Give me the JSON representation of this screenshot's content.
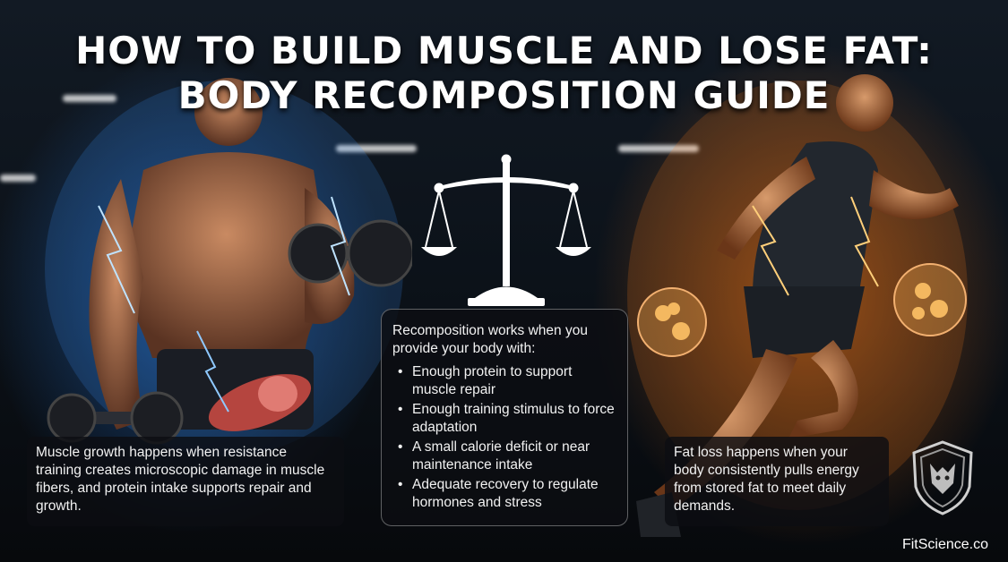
{
  "title": {
    "line1": "HOW TO BUILD MUSCLE AND LOSE FAT:",
    "line2": "BODY RECOMPOSITION GUIDE"
  },
  "colors": {
    "muscle_glow": "#2a7fe0",
    "fat_glow": "#e8741a",
    "panel_bg": "#0c0e12",
    "text": "#f2f2f2"
  },
  "left_panel": {
    "text": "Muscle growth happens when resistance training creates microscopic damage in muscle fibers, and protein intake supports repair and growth."
  },
  "center_panel": {
    "intro": "Recomposition works when you provide your body with:",
    "items": [
      "Enough protein to support muscle repair",
      "Enough training stimulus to force adaptation",
      "A small calorie deficit or near maintenance intake",
      "Adequate recovery to regulate hormones and stress"
    ]
  },
  "right_panel": {
    "text": "Fat loss happens when your body consistently pulls energy from stored fat to meet daily demands."
  },
  "brand": {
    "name": "FitScience.co"
  },
  "icons": {
    "scale": "balance-scale-icon",
    "logo": "wolf-shield-logo"
  }
}
